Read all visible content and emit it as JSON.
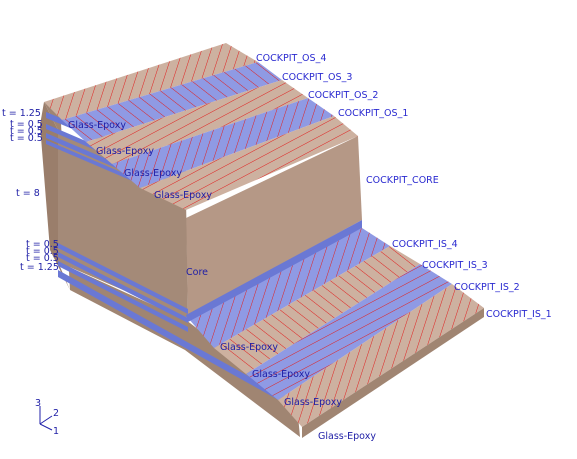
{
  "colors": {
    "background": "#ffffff",
    "core_top": "#cdb1a0",
    "core_front": "#b59886",
    "core_side": "#a08572",
    "ply_blue": "#8f9ae4",
    "ply_edge_blue": "#6a78d4",
    "fiber_red": "#e02020",
    "label_blue": "#2222cc"
  },
  "ply_labels": {
    "os4": "COCKPIT_OS_4",
    "os3": "COCKPIT_OS_3",
    "os2": "COCKPIT_OS_2",
    "os1": "COCKPIT_OS_1",
    "core": "COCKPIT_CORE",
    "is4": "COCKPIT_IS_4",
    "is3": "COCKPIT_IS_3",
    "is2": "COCKPIT_IS_2",
    "is1": "COCKPIT_IS_1"
  },
  "material_labels": {
    "glass_epoxy": "Glass-Epoxy",
    "core": "Core"
  },
  "thickness_top": [
    "t = 1.25",
    "t = 0.5",
    "t = 0.5",
    "t = 0.5"
  ],
  "thickness_core": "t = 8",
  "thickness_bottom": [
    "t = 0.5",
    "t = 0.5",
    "t = 0.5",
    "t = 1.25"
  ],
  "triad": {
    "axis3": "3",
    "axis2": "2",
    "axis1": "1"
  }
}
